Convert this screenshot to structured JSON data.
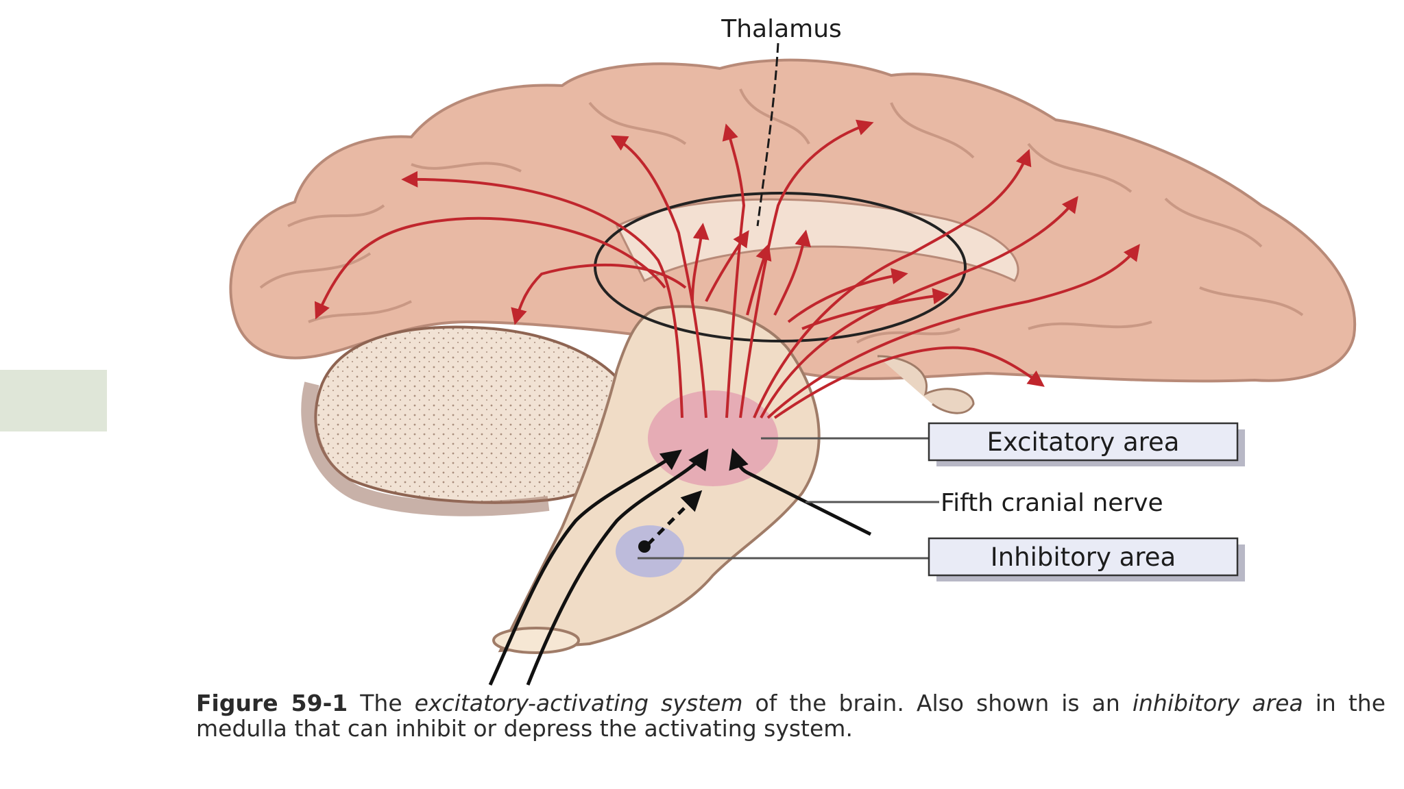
{
  "labels": {
    "thalamus": "Thalamus",
    "excitatory_area": "Excitatory area",
    "fifth_cranial_nerve": "Fifth cranial nerve",
    "inhibitory_area": "Inhibitory area"
  },
  "caption": {
    "figure_number": "Figure 59-1",
    "part1": "The ",
    "em1": "excitatory-activating system",
    "part2": " of the brain. Also shown is an ",
    "em2": "inhibitory area",
    "part3": " in the medulla that can inhibit or depress the activating system."
  },
  "colors": {
    "brain": "#e8b9a4",
    "brain_outline": "#b88a78",
    "brainstem": "#f0dcc6",
    "arrow_red": "#c0262d",
    "excitatory_fill": "#e3a0b0",
    "inhibitory_fill": "#b7b7dd",
    "label_box_fill": "#e9ebf6",
    "side_block": "#dfe6d8"
  }
}
